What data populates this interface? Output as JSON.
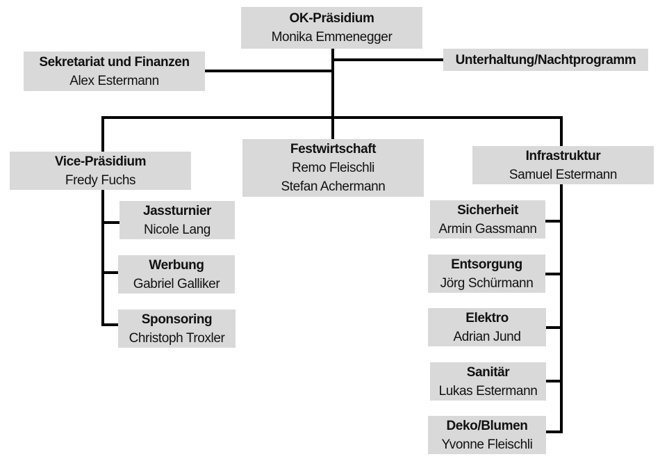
{
  "org_chart": {
    "president": {
      "title": "OK-Präsidium",
      "names": [
        "Monika Emmenegger"
      ]
    },
    "secretariat": {
      "title": "Sekretariat und Finanzen",
      "names": [
        "Alex Estermann"
      ]
    },
    "entertainment": {
      "title": "Unterhaltung/Nachtprogramm",
      "names": []
    },
    "vice_president": {
      "title": "Vice-Präsidium",
      "names": [
        "Fredy Fuchs"
      ],
      "children": [
        {
          "title": "Jassturnier",
          "names": [
            "Nicole Lang"
          ]
        },
        {
          "title": "Werbung",
          "names": [
            "Gabriel Galliker"
          ]
        },
        {
          "title": "Sponsoring",
          "names": [
            "Christoph Troxler"
          ]
        }
      ]
    },
    "catering": {
      "title": "Festwirtschaft",
      "names": [
        "Remo Fleischli",
        "Stefan Achermann"
      ]
    },
    "infrastructure": {
      "title": "Infrastruktur",
      "names": [
        "Samuel Estermann"
      ],
      "children": [
        {
          "title": "Sicherheit",
          "names": [
            "Armin Gassmann"
          ]
        },
        {
          "title": "Entsorgung",
          "names": [
            "Jörg Schürmann"
          ]
        },
        {
          "title": "Elektro",
          "names": [
            "Adrian Jund"
          ]
        },
        {
          "title": "Sanitär",
          "names": [
            "Lukas Estermann"
          ]
        },
        {
          "title": "Deko/Blumen",
          "names": [
            "Yvonne Fleischli"
          ]
        }
      ]
    }
  },
  "colors": {
    "box_fill": "#d9d9d9",
    "connector": "#000000",
    "text": "#111111"
  }
}
